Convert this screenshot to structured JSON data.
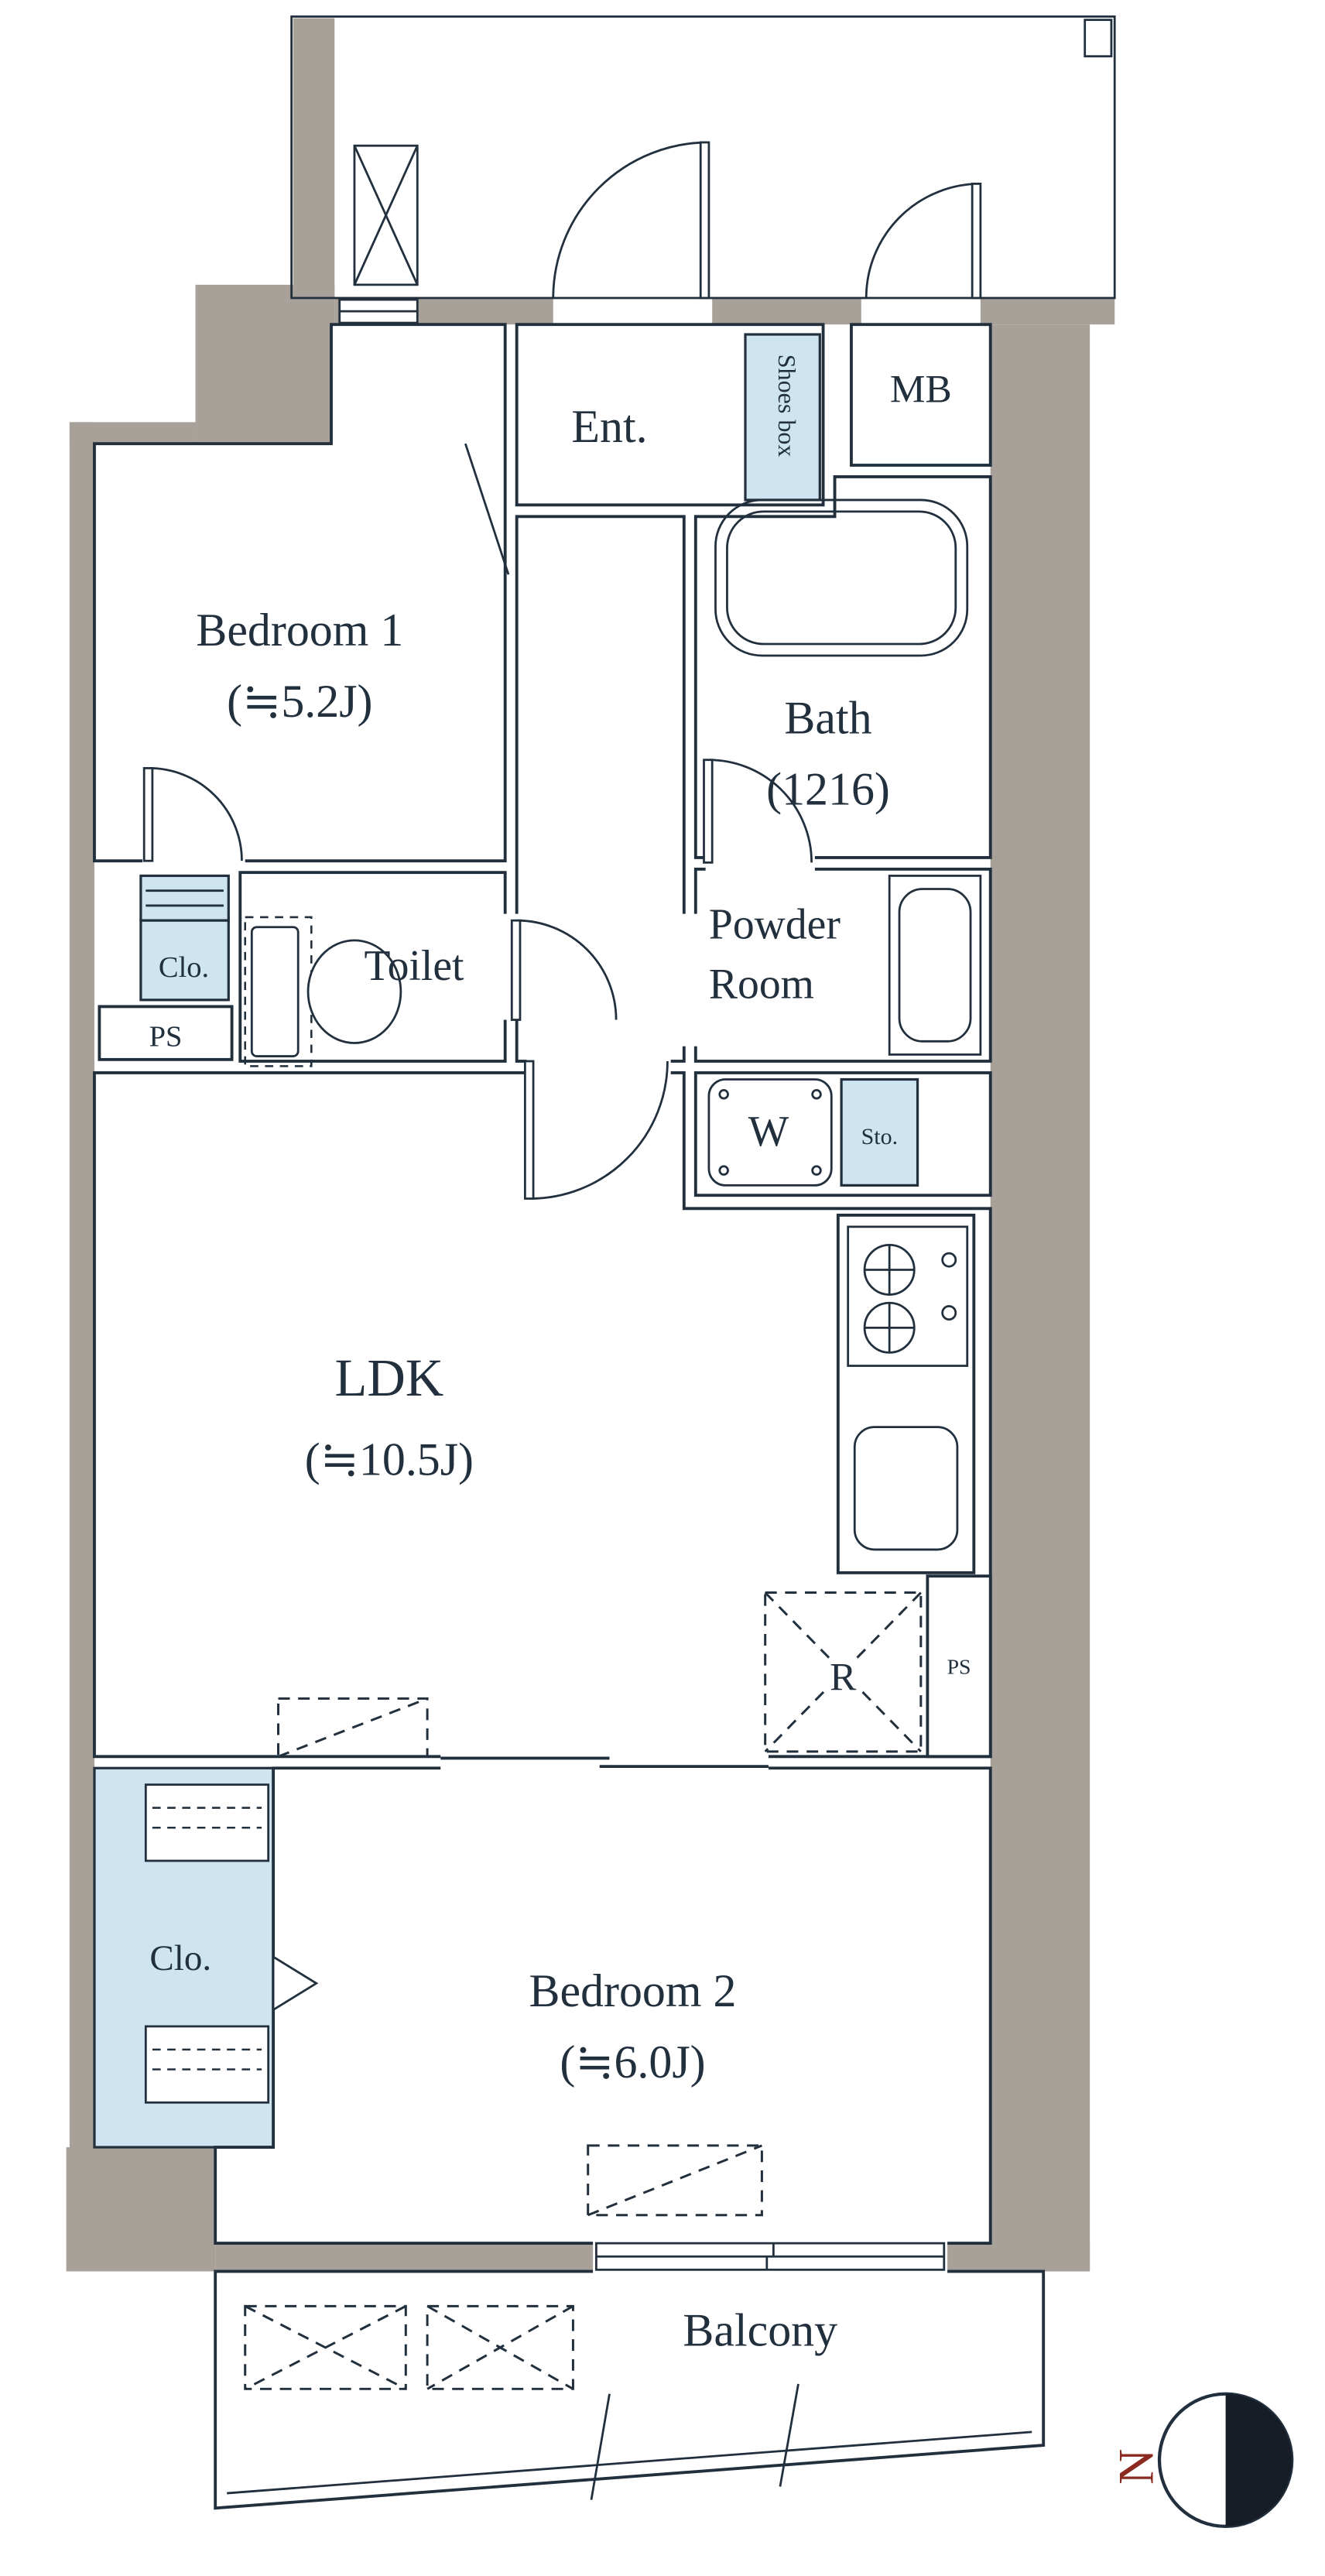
{
  "plan": {
    "rooms": {
      "ent": {
        "label": "Ent."
      },
      "shoes_box": {
        "label": "Shoes box"
      },
      "mb": {
        "label": "MB"
      },
      "bedroom1": {
        "label": "Bedroom 1",
        "size": "(≒5.2J)"
      },
      "bath": {
        "label": "Bath",
        "size": "(1216)"
      },
      "powder_room": {
        "line1": "Powder",
        "line2": "Room"
      },
      "toilet": {
        "label": "Toilet"
      },
      "closet1": {
        "label": "Clo."
      },
      "ps1": {
        "label": "PS"
      },
      "washer": {
        "label": "W"
      },
      "storage": {
        "label": "Sto."
      },
      "ldk": {
        "label": "LDK",
        "size": "(≒10.5J)"
      },
      "fridge": {
        "label": "R"
      },
      "ps2": {
        "label": "PS"
      },
      "bedroom2": {
        "label": "Bedroom 2",
        "size": "(≒6.0J)"
      },
      "closet2": {
        "label": "Clo."
      },
      "balcony": {
        "label": "Balcony"
      }
    },
    "compass": {
      "label": "N"
    },
    "colors": {
      "wall": "#a8a19a",
      "line": "#22303e",
      "fixture_fill": "#cfe4f1",
      "north": "#8a2a20",
      "background": "#ffffff"
    }
  }
}
